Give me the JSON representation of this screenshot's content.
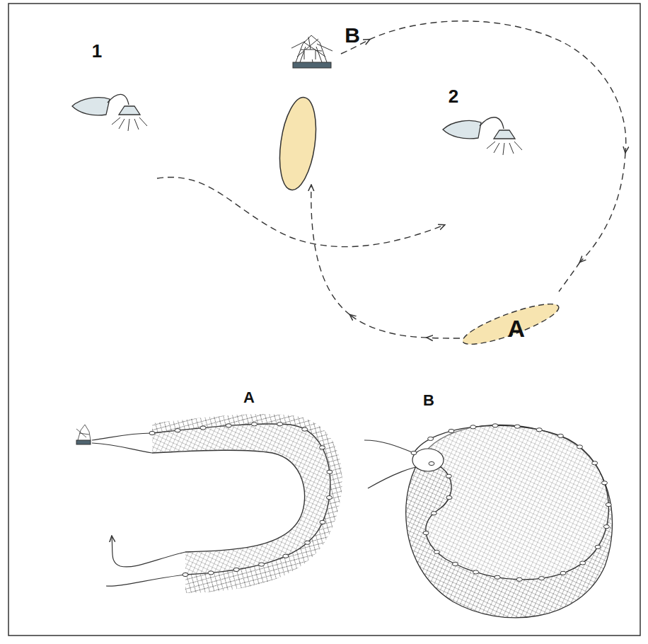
{
  "diagram": {
    "nodes": [
      {
        "text": [
          "A"
        ]
      }
    ],
    "labels": [
      "B",
      "1",
      "2",
      "A",
      "B"
    ]
  }
}
